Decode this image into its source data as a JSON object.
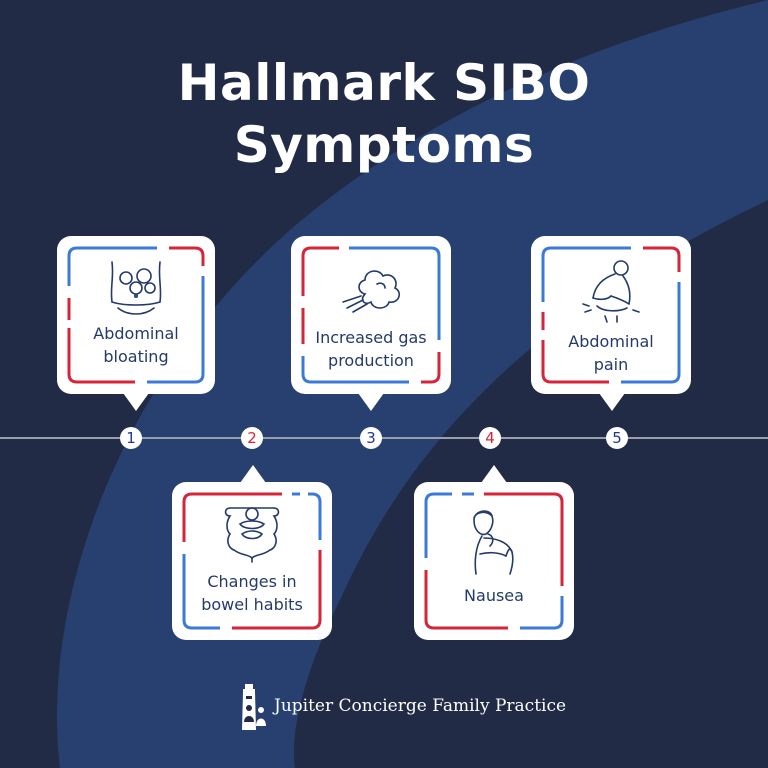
{
  "title": {
    "line1": "Hallmark SIBO",
    "line2": "Symptoms"
  },
  "colors": {
    "background": "#212b45",
    "swoosh": "#27406f",
    "card": "#ffffff",
    "blue": "#3b7ad6",
    "red": "#d5253a",
    "text_navy": "#243a6b"
  },
  "timeline": {
    "markers": [
      {
        "label": "1",
        "color": "blue"
      },
      {
        "label": "2",
        "color": "red"
      },
      {
        "label": "3",
        "color": "blue"
      },
      {
        "label": "4",
        "color": "red"
      },
      {
        "label": "5",
        "color": "blue"
      }
    ]
  },
  "symptoms": [
    {
      "line1": "Abdominal",
      "line2": "bloating",
      "icon": "bloated-abdomen-icon"
    },
    {
      "line1": "Changes in",
      "line2": "bowel habits",
      "icon": "intestines-icon"
    },
    {
      "line1": "Increased gas",
      "line2": "production",
      "icon": "gas-cloud-icon"
    },
    {
      "line1": "Nausea",
      "icon": "nauseous-person-icon"
    },
    {
      "line1": "Abdominal",
      "line2": "pain",
      "icon": "stomach-pain-person-icon"
    }
  ],
  "footer": {
    "brand": "Jupiter Concierge Family Practice",
    "logo_icon": "lighthouse-family-logo"
  }
}
